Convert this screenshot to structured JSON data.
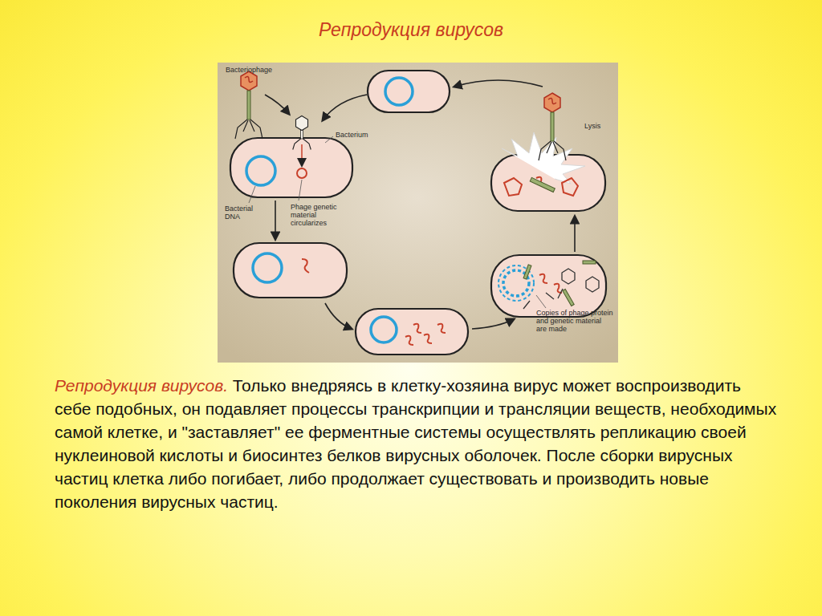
{
  "diagram": {
    "title": "Репродукция вирусов",
    "labels": [
      "Bacteriophage",
      "Bacterium",
      "Bacterial DNA",
      "Phage genetic material circularizes",
      "Lysis",
      "Copies of phage protein and genetic material are made",
      "Репродукция вирусов.",
      "Только внедряясь в клетку-хозяина вирус может воспроизводить себе подобных, он подавляет процессы транскрипции и трансляции веществ, необходимых самой клетке, и \"заставляет\" ее ферментные системы осуществлять репликацию своей нуклеиновой кислоты и биосинтез белков вирусных оболочек. После сборки вирусных частиц клетка либо погибает, либо продолжает существовать и производить новые поколения вирусных частиц."
    ]
  }
}
